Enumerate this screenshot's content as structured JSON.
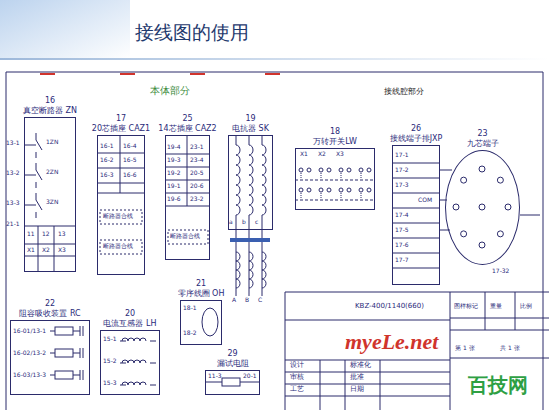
{
  "diagram": {
    "title": "接线图的使用",
    "nodes": [
      {
        "text": [
          "16",
          "真空断路器 ZN"
        ]
      },
      {
        "text": [
          "17",
          "20芯插座 CAZ1"
        ]
      },
      {
        "text": [
          "25",
          "14芯插座 CAZ2"
        ]
      },
      {
        "text": [
          "19",
          "电抗器 SK"
        ]
      },
      {
        "text": [
          "18",
          "万转开关LW"
        ]
      },
      {
        "text": [
          "26",
          "接线端子排JXP"
        ]
      },
      {
        "text": [
          "23",
          "九芯端子"
        ]
      },
      {
        "text": [
          "21",
          "零序线圈 OH"
        ]
      },
      {
        "text": [
          "22",
          "阻容吸收装置 RC"
        ]
      },
      {
        "text": [
          "20",
          "电流互感器 LH"
        ]
      },
      {
        "text": [
          "29",
          "漏试电阻"
        ]
      }
    ],
    "labels": [
      "本体部分",
      "接线腔部分",
      "1ZN",
      "2ZN",
      "3ZN",
      "13-1",
      "13-2",
      "13-3",
      "21-1",
      "11",
      "12",
      "13",
      "X1",
      "X2",
      "X3",
      "16-1",
      "16-4",
      "16-2",
      "16-5",
      "16-3",
      "16-6",
      "断路器合线",
      "断路器合线",
      "19-4",
      "23-1",
      "19-3",
      "23-4",
      "19-2",
      "20-5",
      "19-1",
      "20-6",
      "19-6",
      "23-2",
      "断路器合线",
      "a",
      "b",
      "c",
      "A",
      "B",
      "C",
      "X1",
      "X2",
      "X3",
      "17-1",
      "17-2",
      "17-3",
      "COM",
      "17-4",
      "17-5",
      "17-6",
      "17-7",
      "17-32",
      "18-1",
      "18-2",
      "16-01/13-1",
      "16-02/13-2",
      "16-03/13-3",
      "15-1",
      "15-2",
      "15-3",
      "11-3",
      "20-1",
      "KBZ-400/1140(660)",
      "图样标记",
      "重量",
      "比例",
      "设计",
      "审核",
      "工艺",
      "标准化",
      "批准",
      "日期",
      "第 1 张",
      "共 1 张",
      "myeLe.net",
      "百技网"
    ]
  }
}
